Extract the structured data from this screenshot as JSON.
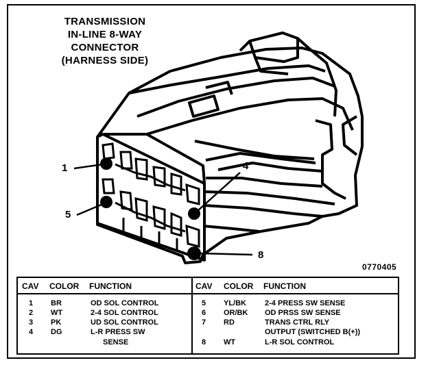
{
  "title_lines": [
    "TRANSMISSION",
    "IN-LINE 8-WAY",
    "CONNECTOR",
    "(HARNESS SIDE)"
  ],
  "callouts": {
    "c1": "1",
    "c4": "4",
    "c5": "5",
    "c8": "8"
  },
  "figure_id": "0770405",
  "table": {
    "headers": {
      "cav": "CAV",
      "color": "COLOR",
      "function": "FUNCTION"
    },
    "left_rows": [
      {
        "cav": "1",
        "color": "BR",
        "function": "OD SOL CONTROL"
      },
      {
        "cav": "2",
        "color": "WT",
        "function": "2-4 SOL CONTROL"
      },
      {
        "cav": "3",
        "color": "PK",
        "function": "UD SOL CONTROL"
      },
      {
        "cav": "4",
        "color": "DG",
        "function": "L-R PRESS SW",
        "function2": "SENSE"
      }
    ],
    "right_rows": [
      {
        "cav": "5",
        "color": "YL/BK",
        "function": "2-4 PRESS SW SENSE"
      },
      {
        "cav": "6",
        "color": "OR/BK",
        "function": "OD PRSS SW SENSE"
      },
      {
        "cav": "7",
        "color": "RD",
        "function": "TRANS CTRL RLY",
        "function2": "OUTPUT (SWITCHED B(+))"
      },
      {
        "cav": "8",
        "color": "WT",
        "function": "L-R SOL CONTROL"
      }
    ]
  }
}
